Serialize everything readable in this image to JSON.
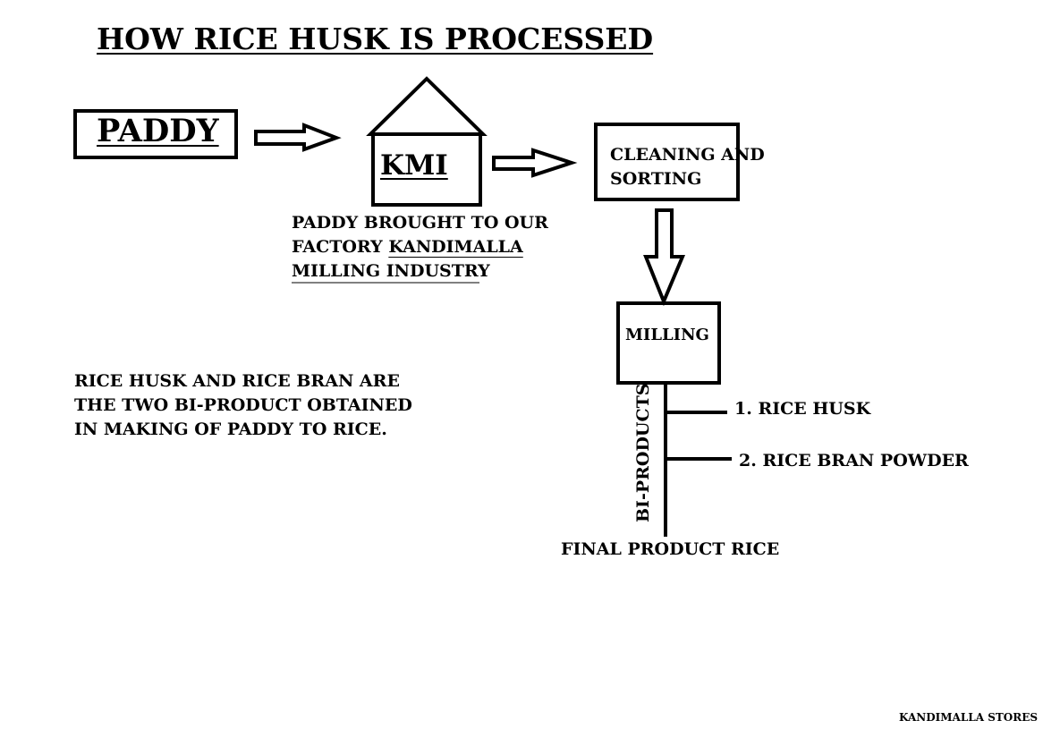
{
  "title": "HOW RICE HUSK IS PROCESSED",
  "nodes": {
    "paddy": "PADDY",
    "kmi": "KMI",
    "cleaning": [
      "CLEANING AND",
      "SORTING"
    ],
    "milling": "MILLING"
  },
  "factory_note": {
    "line1": "PADDY BROUGHT TO OUR",
    "line2_prefix": "FACTORY ",
    "line2_underlined": "KANDIMALLA",
    "line3": "MILLING INDUSTRY"
  },
  "side_note": [
    "RICE HUSK AND RICE BRAN ARE",
    "THE TWO BI-PRODUCT OBTAINED",
    "IN MAKING OF PADDY TO RICE."
  ],
  "byproducts_label": "BI-PRODUCTS",
  "byproducts": [
    "1. RICE HUSK",
    "2. RICE BRAN POWDER"
  ],
  "final_product": "FINAL PRODUCT RICE",
  "footer": "KANDIMALLA STORES",
  "colors": {
    "ink": "#000000",
    "background": "#ffffff"
  }
}
